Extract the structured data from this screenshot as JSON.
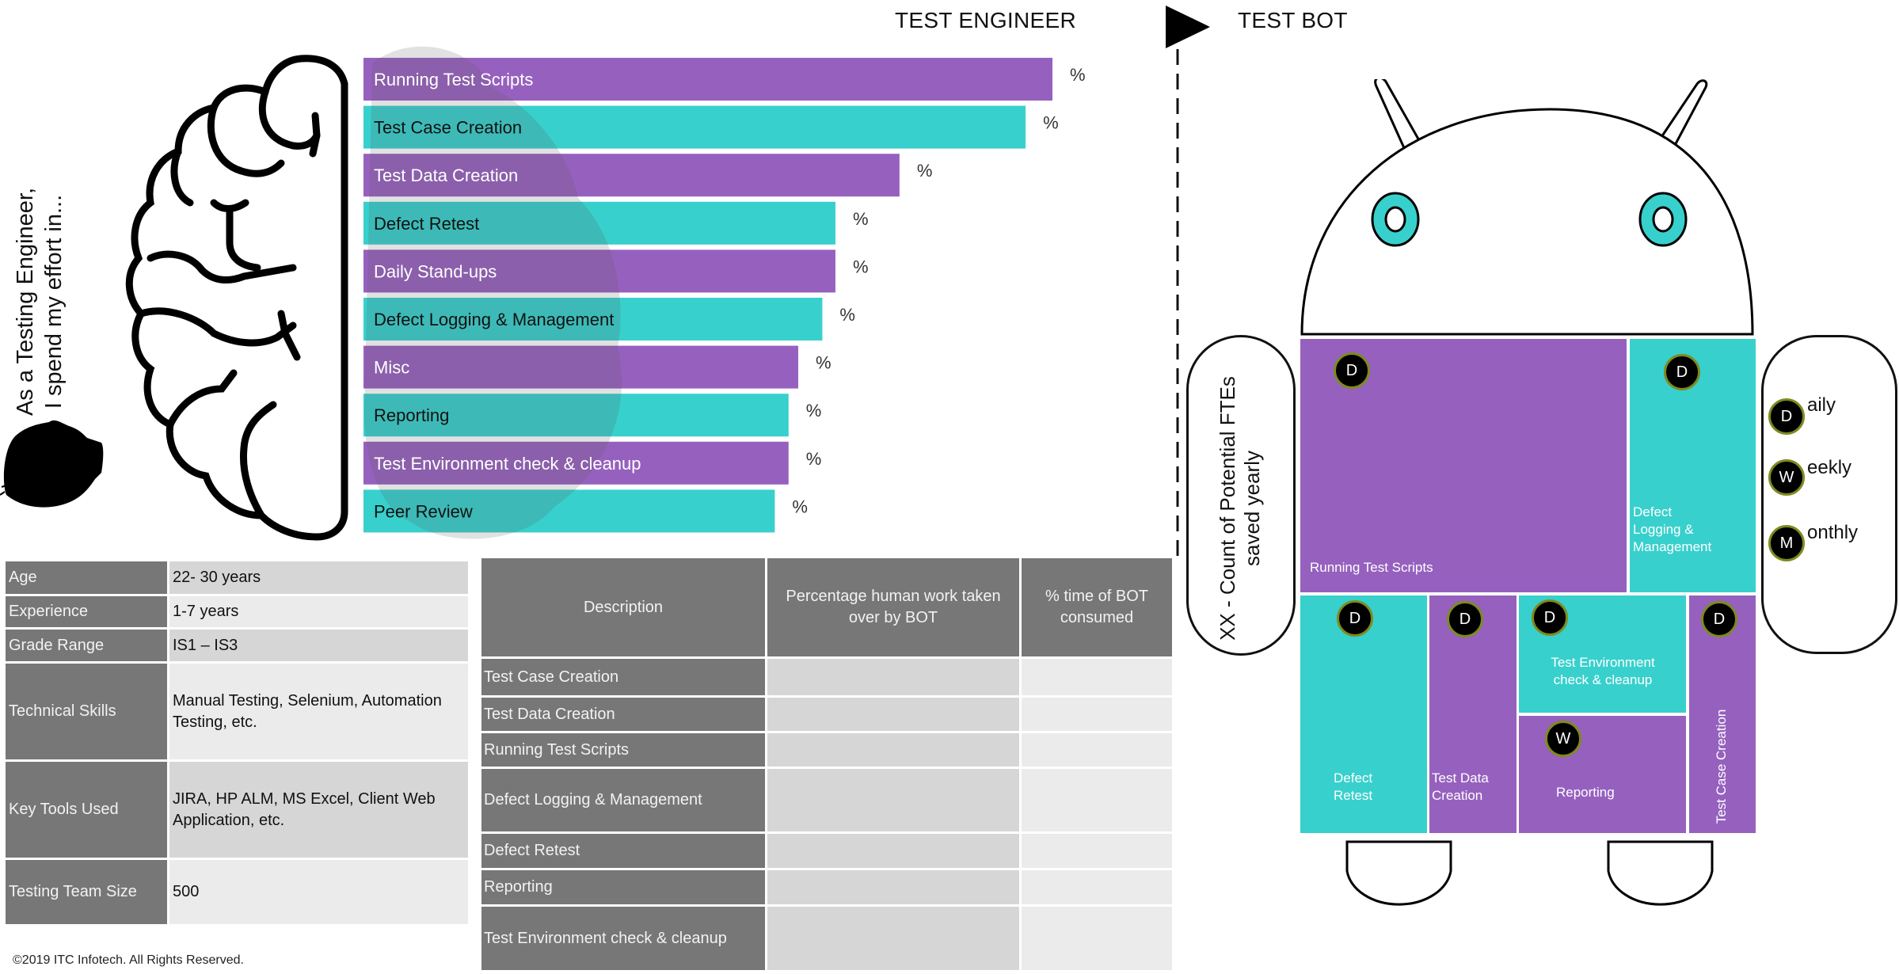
{
  "header": {
    "left_title": "TEST ENGINEER",
    "right_title": "TEST BOT",
    "arrow_icon": "play-triangle-icon"
  },
  "side_caption": {
    "line1": "As a Testing Engineer,",
    "line2": "I spend my effort in..."
  },
  "colors": {
    "purple": "#9661be",
    "teal": "#38d0cc",
    "table_dark": "#777777",
    "table_light": "#d6d6d6",
    "table_lighter": "#ebebeb",
    "badge_border": "#7f8a1e"
  },
  "chart_data": {
    "type": "bar",
    "orientation": "horizontal",
    "title": "TEST ENGINEER",
    "xlabel": "",
    "ylabel": "",
    "categories": [
      "Running Test Scripts",
      "Test Case Creation",
      "Test Data Creation",
      "Defect Retest",
      "Daily Stand-ups",
      "Defect Logging & Management",
      "Misc",
      "Reporting",
      "Test Environment check & cleanup",
      "Peer Review"
    ],
    "values": [
      100,
      96.1,
      77.8,
      68.5,
      68.5,
      66.6,
      63.1,
      61.7,
      61.7,
      59.7
    ],
    "value_unit": "relative bar length (% of longest)",
    "data_labels": [
      "%",
      "%",
      "%",
      "%",
      "%",
      "%",
      "%",
      "%",
      "%",
      "%"
    ],
    "colors": [
      "#9661be",
      "#38d0cc",
      "#9661be",
      "#38d0cc",
      "#9661be",
      "#38d0cc",
      "#9661be",
      "#38d0cc",
      "#9661be",
      "#38d0cc"
    ],
    "label_colors": [
      "#ffffff",
      "#111111",
      "#ffffff",
      "#111111",
      "#ffffff",
      "#111111",
      "#ffffff",
      "#111111",
      "#ffffff",
      "#111111"
    ],
    "grid": false,
    "legend": "none"
  },
  "profile": {
    "rows": [
      {
        "key": "Age",
        "value": "22- 30 years"
      },
      {
        "key": "Experience",
        "value": "1-7 years"
      },
      {
        "key": "Grade Range",
        "value": "IS1 – IS3"
      },
      {
        "key": "Technical Skills",
        "value": "Manual Testing, Selenium, Automation Testing, etc."
      },
      {
        "key": "Key Tools Used",
        "value": "JIRA, HP ALM, MS Excel, Client Web Application, etc."
      },
      {
        "key": "Testing Team Size",
        "value": "500"
      }
    ]
  },
  "bot_table": {
    "headers": [
      "Description",
      "Percentage human work taken over by BOT",
      "% time of BOT consumed"
    ],
    "rows": [
      {
        "description": "Test Case Creation",
        "pct_human": "",
        "pct_bot": ""
      },
      {
        "description": "Test Data Creation",
        "pct_human": "",
        "pct_bot": ""
      },
      {
        "description": "Running Test Scripts",
        "pct_human": "",
        "pct_bot": ""
      },
      {
        "description": "Defect Logging & Management",
        "pct_human": "",
        "pct_bot": ""
      },
      {
        "description": "Defect Retest",
        "pct_human": "",
        "pct_bot": ""
      },
      {
        "description": "Reporting",
        "pct_human": "",
        "pct_bot": ""
      },
      {
        "description": "Test Environment check & cleanup",
        "pct_human": "",
        "pct_bot": ""
      }
    ]
  },
  "robot": {
    "left_arm_text": {
      "line1": "XX - Count of Potential FTEs",
      "line2": "saved yearly"
    },
    "legend": [
      {
        "badge": "D",
        "rest": "aily"
      },
      {
        "badge": "W",
        "rest": "eekly"
      },
      {
        "badge": "M",
        "rest": "onthly"
      }
    ],
    "cells": [
      {
        "label": "Running Test Scripts",
        "badge": "D"
      },
      {
        "label": "Defect Logging & Management",
        "badge": "D"
      },
      {
        "label": "Defect Retest",
        "badge": "D"
      },
      {
        "label": "Test Data Creation",
        "badge": "D"
      },
      {
        "label": "Test Environment check & cleanup",
        "badge": "D"
      },
      {
        "label": "Reporting",
        "badge": "W"
      },
      {
        "label": "Test Case Creation",
        "badge": "D"
      }
    ]
  },
  "footer": {
    "copyright": "©2019 ITC Infotech. All Rights Reserved."
  }
}
